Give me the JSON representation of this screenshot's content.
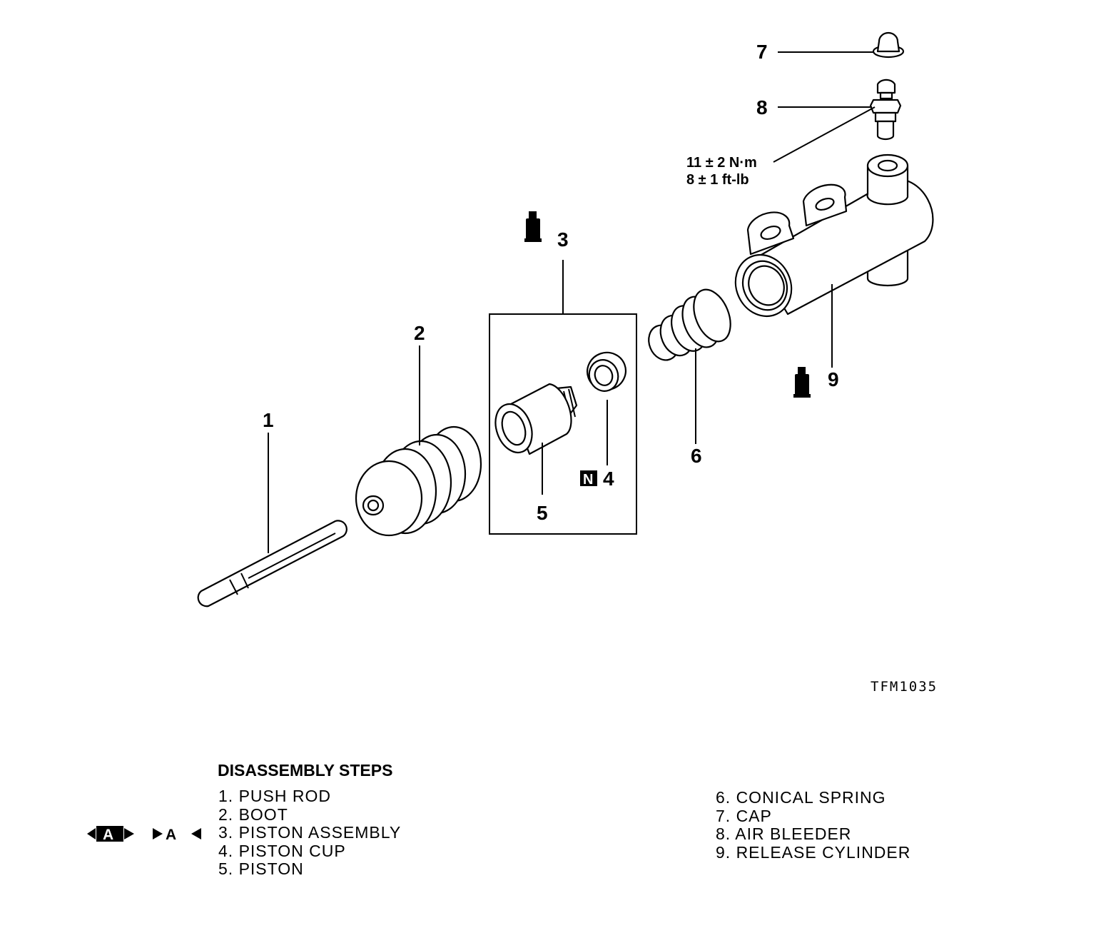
{
  "callouts": {
    "c1": "1",
    "c2": "2",
    "c3": "3",
    "c4": "4",
    "c5": "5",
    "c6": "6",
    "c7": "7",
    "c8": "8",
    "c9": "9"
  },
  "torque": {
    "metric": "11 ± 2 N·m",
    "imperial": "8 ± 1 ft-lb"
  },
  "badge_new_part": "N",
  "figure_id": "TFM1035",
  "steps": {
    "title": "DISASSEMBLY STEPS",
    "left": [
      "1. PUSH ROD",
      "2. BOOT",
      "3. PISTON ASSEMBLY",
      "4. PISTON CUP",
      "5. PISTON"
    ],
    "right": [
      "6. CONICAL SPRING",
      "7. CAP",
      "8. AIR BLEEDER",
      "9. RELEASE CYLINDER"
    ],
    "marker_letters": [
      "A",
      "A"
    ]
  },
  "icons": [
    "grease-tube-icon",
    "new-part-icon",
    "disassembly-marker-icon",
    "reassembly-marker-icon"
  ]
}
